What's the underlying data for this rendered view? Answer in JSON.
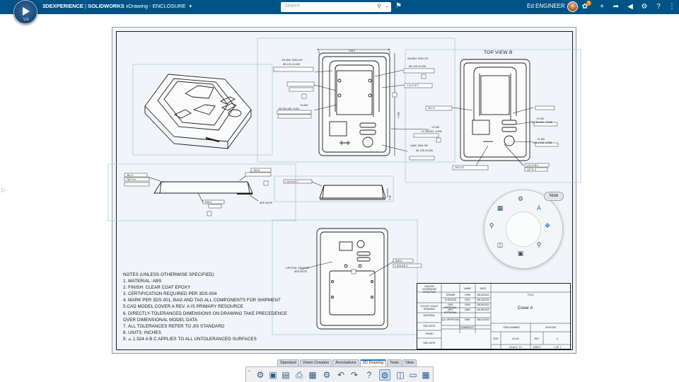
{
  "header": {
    "compass_tag": "V,R",
    "brand": "3DEXPERIENCE",
    "separator": "|",
    "product": "SOLIDWORKS",
    "app_and_doc": "xDrawing - ENCLOSURE",
    "search_placeholder": "Search",
    "user_name": "Ed ENGINEER",
    "notification_count": "9"
  },
  "drawing": {
    "top_view_label": "TOP VIEW B",
    "notes": [
      "NOTES (UNLESS OTHERWISE SPECIFIED)",
      "1. MATERIAL: ABS",
      "2. FINISH: CLEAR COAT EPOXY",
      "3. CERTIFICATION REQUIRED PER 3DS-004",
      "4. MARK PER 3DS-001, BAG AND TAG ALL COMPONENTS FOR SHIPMENT",
      "5.CAD MODEL COVER A REV. A IS PRIMARY RESOURCE",
      "6. DIRECTLY-TOLERANCED DIMENSIONS ON DRAWING TAKE PRECEDENCE",
      "OVER DIMENSIONAL MODEL DATA",
      "7. ALL TOLERANCES REFER TO JIS STANDARD",
      "8. UNITS: INCHES",
      "9. ⌓ 1.524 A B C APPLIES TO ALL UNTOLERANCED SURFACES"
    ],
    "callouts": {
      "c1": "2XLØ#3 .525±.25+",
      "c2": "Ø1.125 ±0.025",
      "c3": "2XLØ#3 .525±.25+",
      "c4": "Ø1.125 ±0.025",
      "c5": "LØ#3 .525±.25+",
      "c6": "Ø1.125 ±0.025",
      "c7": "+0.005",
      "c8": "10X Ø4.445 -0.001",
      "c9": "+0.152",
      "c10": "LC Ø4.801 -0.005",
      "c11": "+0.152",
      "c12": "LC Ø4.801 -0.005",
      "c13": "+0.150",
      "c14": "ØR.4.115 -0.005",
      "dim_top": "215.4",
      "dim_side": "355.4",
      "dim_h": "35.4",
      "see_note_1": "SEE NOTE",
      "see_note_2": "SEE NOTE",
      "crystal": "CRYSTAL GROOVE",
      "fcf_1": "1.524 A B C",
      "fcf_2": "1.01 D E F",
      "fcf_3": ".001 D",
      "fcf_4": ".254 D E",
      "fcf_5": "1.01 D B C",
      "fcf_6": ".127 D C",
      "fcf_7": ".508 D",
      "fcf_8": "1.524 A B C",
      "fcf_9": ".762 A",
      "fcf_10": ".381 D",
      "fcf_11": ".762 D A",
      "fcf_12": ".508 D"
    },
    "title_block": {
      "unless_specified": "UNLESS OTHERWISE SPECIFIED",
      "name_hdr": "NAME",
      "date_hdr": "DATE",
      "title_hdr": "TITLE",
      "drawn": "DRAWN",
      "checked": "CHECKED",
      "eng_appr": "ENG APPROVAL",
      "mfg_appr": "MFG APPROVAL",
      "qa_appr": "Q.A. APPROVAL",
      "comments": "COMMENTS",
      "do_not_scale": "DO NOT SCALE DRAWING",
      "material": "MATERIAL",
      "finish": "FINISH",
      "see_note_a": "SEE NOTE",
      "see_note_b": "SEE NOTE",
      "drawn_by": "DSM",
      "checked_by": "DHG",
      "eng_by": "DPM",
      "mfg_by": "NMH",
      "qa_by": "BMS",
      "d1": "08/13/2022",
      "d2": "08/13/2022",
      "d3": "08/16/2022",
      "d4": "08/16/2022",
      "d5": "08/21/2022",
      "title": "Cover A",
      "item_number_hdr": "ITEM NUMBER",
      "item_number": "69167057",
      "size_hdr": "SIZE",
      "size": "A1 AS",
      "rev_hdr": "REV.",
      "rev": "A",
      "scale": "SCALE: 1:1",
      "sheet": "SHEET",
      "sheet_no": "1 OF 1"
    }
  },
  "wheel": {
    "note_label": "Note"
  },
  "toolbar": {
    "tabs": [
      "Standard",
      "Views Creation",
      "Annotations",
      "2D Drawing",
      "Tools",
      "View"
    ],
    "active_tab": "2D Drawing"
  },
  "colors": {
    "topbar": "#005386",
    "sheet": "#f1f4f8",
    "view_frame": "#a9cde0",
    "accent": "#1a73c9"
  }
}
